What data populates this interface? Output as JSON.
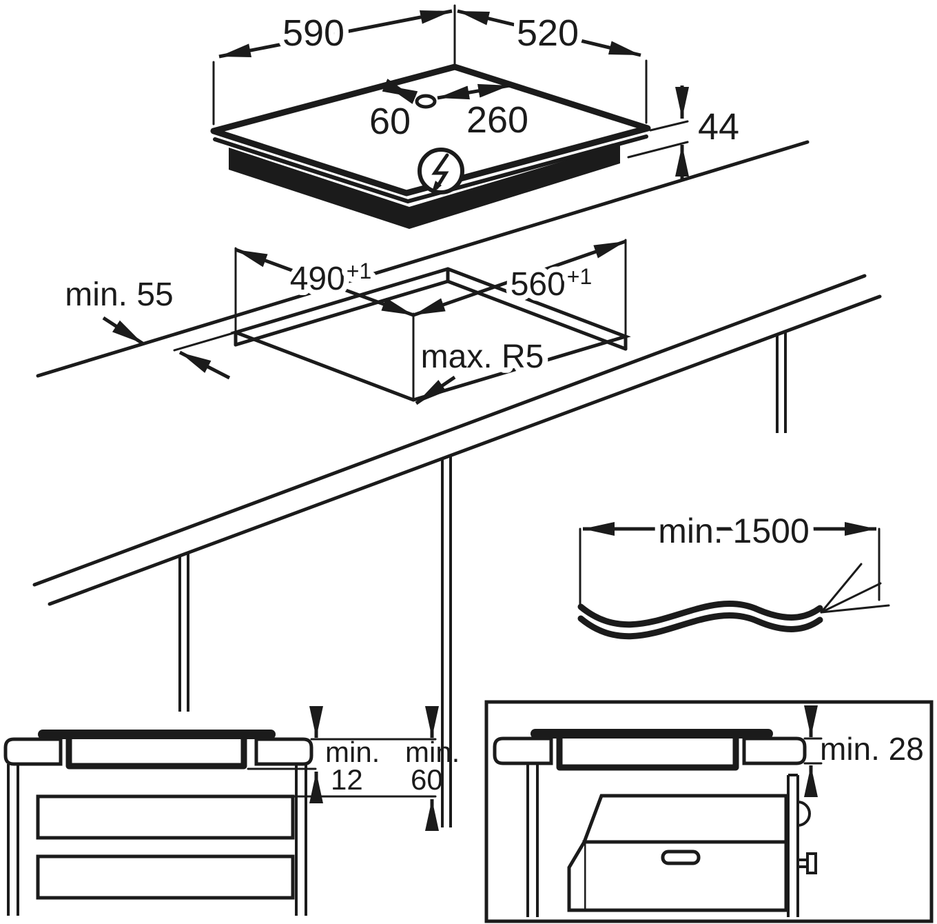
{
  "meta": {
    "title": "Built-in hob installation dimensions diagram",
    "unit": "mm"
  },
  "colors": {
    "ink": "#1b1b1b",
    "paper": "#ffffff"
  },
  "hob_top_view": {
    "width": "590",
    "depth": "520",
    "hole_offset_left": "60",
    "hole_offset_right": "260",
    "height": "44",
    "power_icon": "lightning-bolt-circle-icon"
  },
  "cutout_view": {
    "depth_value": "490",
    "depth_tolerance": "+1",
    "width_value": "560",
    "width_tolerance": "+1",
    "back_clearance": "min. 55",
    "corner_radius": "max. R5"
  },
  "cable_view": {
    "length": "min. 1500"
  },
  "base_cabinet_section": {
    "thickness_prefix": "min.",
    "thickness_value": "12",
    "clearance_prefix": "min.",
    "clearance_value": "60"
  },
  "oven_section": {
    "clearance": "min. 28"
  }
}
